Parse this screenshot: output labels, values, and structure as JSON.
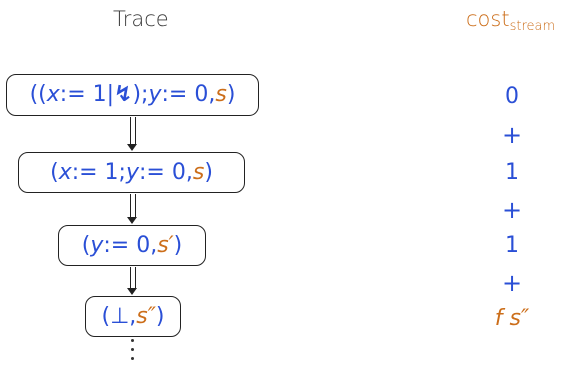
{
  "headings": {
    "trace": "Trace",
    "cost_main": "cost",
    "cost_sub": "stream"
  },
  "trace_steps": [
    {
      "parts": [
        "((",
        "x",
        " := 1|",
        "↯",
        "); ",
        "y",
        " := 0, ",
        "s",
        ")"
      ]
    },
    {
      "parts": [
        "(",
        "x",
        " := 1; ",
        "y",
        " := 0, ",
        "s",
        ")"
      ]
    },
    {
      "parts": [
        "(",
        "y",
        " := 0, ",
        "s′",
        ")"
      ]
    },
    {
      "parts": [
        "(⊥, ",
        "s″",
        ")"
      ]
    }
  ],
  "continuation": "⋮",
  "cost_column": [
    "0",
    "+",
    "1",
    "+",
    "1",
    "+",
    "f s″"
  ],
  "colors": {
    "program": "#2a4fd6",
    "state": "#cc6e1a",
    "box_border": "#222222"
  }
}
